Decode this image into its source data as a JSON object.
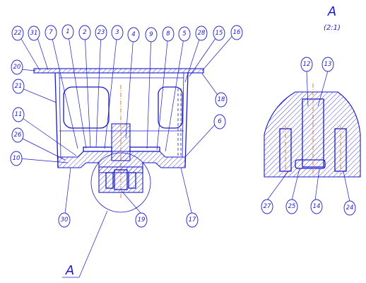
{
  "main_view": {
    "section_label": "A",
    "callouts": [
      "22",
      "31",
      "7",
      "1",
      "2",
      "23",
      "3",
      "4",
      "9",
      "8",
      "5",
      "28",
      "15",
      "16",
      "20",
      "21",
      "11",
      "26",
      "10",
      "6",
      "18",
      "30",
      "19",
      "17"
    ]
  },
  "detail_view": {
    "title": "A",
    "scale": "(2:1)",
    "callouts": [
      "12",
      "13",
      "27",
      "25",
      "14",
      "24"
    ]
  },
  "colors": {
    "line": "#1a1acc",
    "centerline": "#e07020",
    "background": "#ffffff"
  }
}
